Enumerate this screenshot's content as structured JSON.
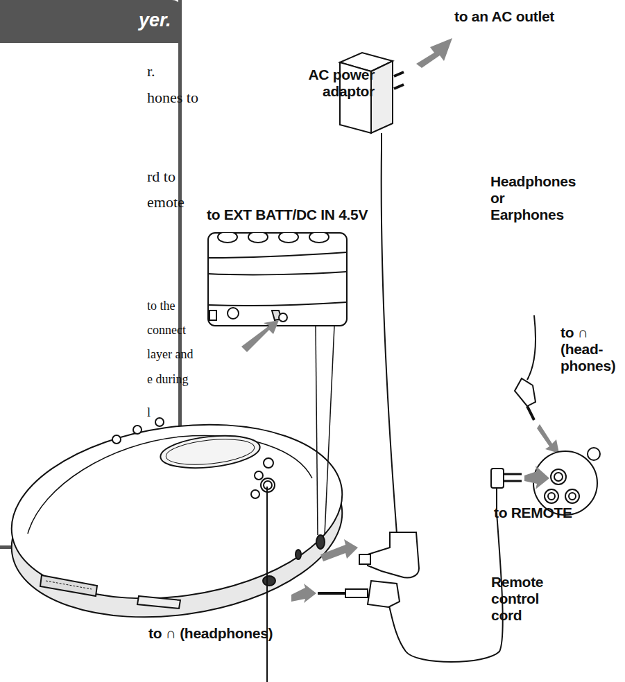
{
  "diagram": {
    "nodes": [
      {
        "text": [
          "yer.",
          "r.",
          "hones to",
          "rd to emote",
          "to the connect layer and",
          "e during",
          "l"
        ]
      }
    ],
    "labels": [
      "to an AC outlet",
      "AC power adaptor",
      "to EXT BATT/DC IN 4.5V",
      "Headphones or Earphones",
      "to ∩ (head- phones)",
      "to REMOTE",
      "Remote control cord",
      "to ∩ (headphones)"
    ]
  }
}
